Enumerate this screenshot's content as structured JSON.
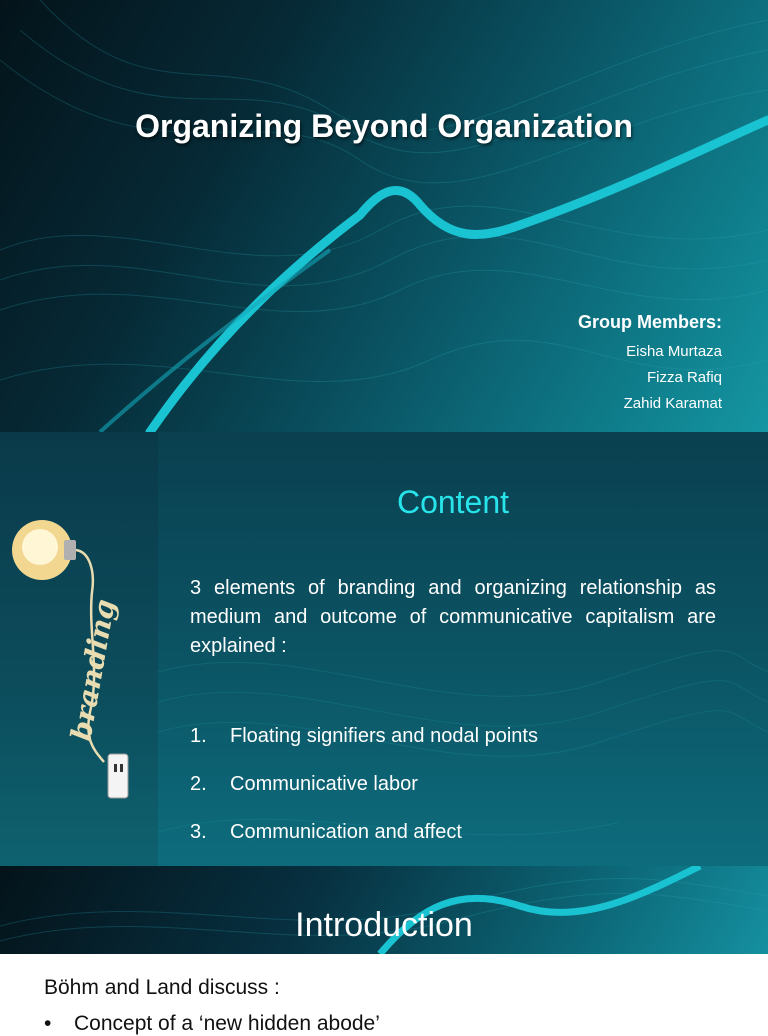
{
  "slide1": {
    "title": "Organizing Beyond Organization",
    "members_heading": "Group Members:",
    "members": [
      "Eisha Murtaza",
      "Fizza Rafiq",
      "Zahid Karamat"
    ]
  },
  "slide2": {
    "title": "Content",
    "intro": "3 elements of branding and organizing relationship as medium and outcome of communicative capitalism are explained :",
    "items": [
      {
        "num": "1.",
        "text": "Floating signifiers and nodal points"
      },
      {
        "num": "2.",
        "text": "Communicative labor"
      },
      {
        "num": "3.",
        "text": "Communication and affect"
      }
    ],
    "illustration_word": "branding"
  },
  "slide3": {
    "title": "Introduction",
    "text": "Böhm and Land discuss :",
    "bullet": "Concept of a ‘new hidden abode’"
  },
  "colors": {
    "accent": "#27e3ea",
    "wave": "#1fb7c7"
  }
}
